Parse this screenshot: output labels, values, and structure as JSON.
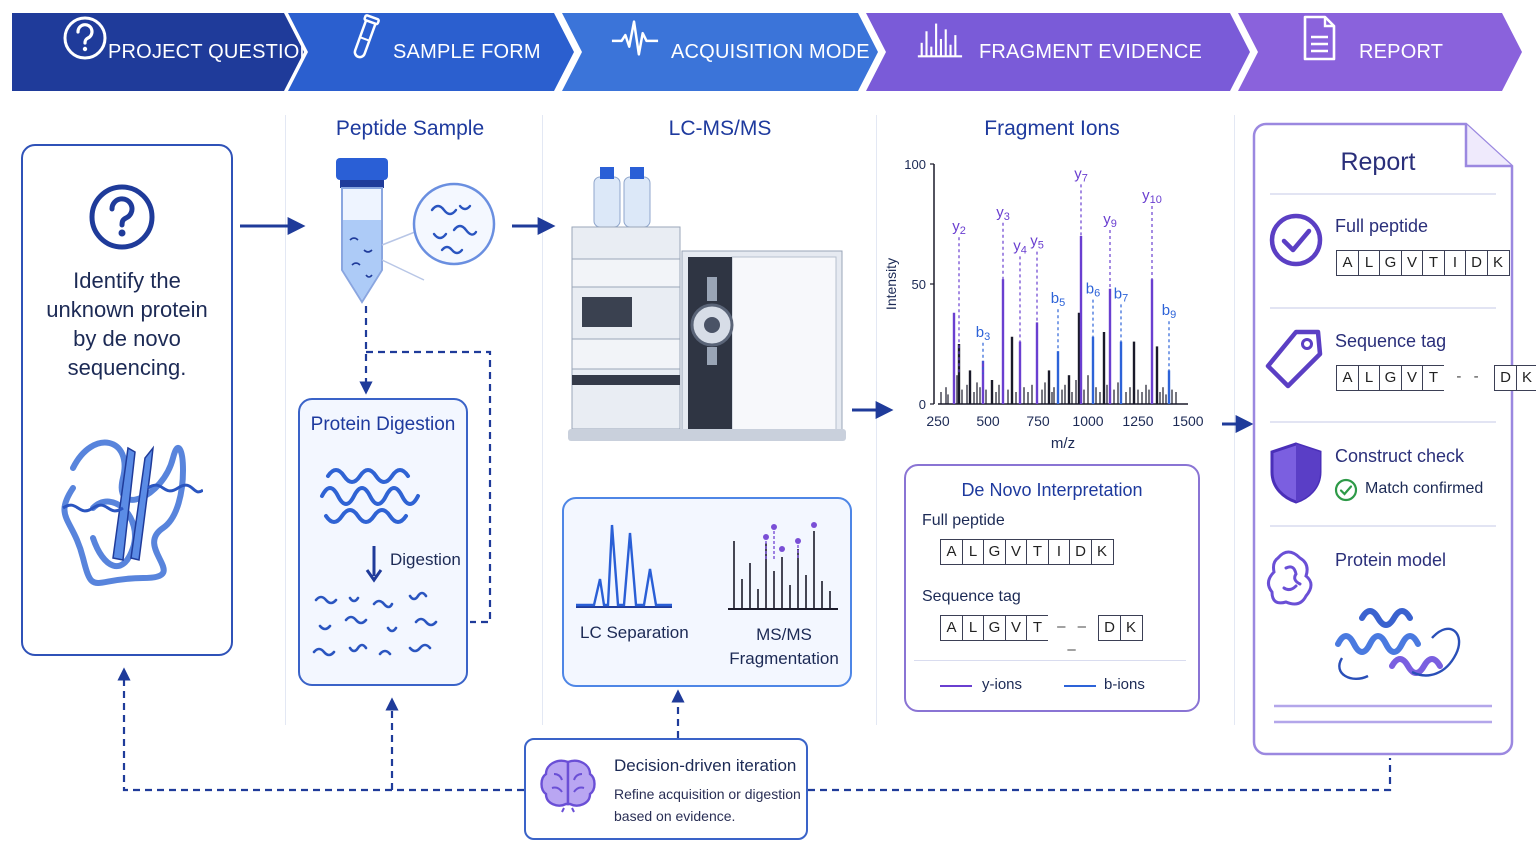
{
  "steps": [
    {
      "label": "PROJECT QUESTION",
      "icon": "question-icon",
      "color": "#1f3b9a"
    },
    {
      "label": "SAMPLE FORM",
      "icon": "test-tube-icon",
      "color": "#2b5fcf"
    },
    {
      "label": "ACQUISITION MODE",
      "icon": "waveform-icon",
      "color": "#3b74d9"
    },
    {
      "label": "FRAGMENT EVIDENCE",
      "icon": "spectrum-icon",
      "color": "#7a5bd8"
    },
    {
      "label": "REPORT",
      "icon": "document-icon",
      "color": "#8a62dc"
    }
  ],
  "question": {
    "text_lines": [
      "Identify the",
      "unknown protein",
      "by de novo",
      "sequencing."
    ]
  },
  "sample": {
    "title": "Peptide Sample",
    "digestion_title": "Protein Digestion",
    "digestion_label": "Digestion"
  },
  "lcms": {
    "title": "LC-MS/MS",
    "lc_label": "LC Separation",
    "msms_label_lines": [
      "MS/MS",
      "Fragmentation"
    ]
  },
  "fragments": {
    "title": "Fragment Ions"
  },
  "chart_data": {
    "type": "bar",
    "title": "Fragment Ions",
    "xlabel": "m/z",
    "ylabel": "Intensity",
    "xlim": [
      250,
      1500
    ],
    "ylim": [
      0,
      100
    ],
    "xticks": [
      "250",
      "500",
      "750",
      "1000",
      "1250",
      "1500"
    ],
    "yticks": [
      "0",
      "50",
      "100"
    ],
    "peaks": [
      {
        "mz": 330,
        "intensity": 38,
        "series": "y"
      },
      {
        "mz": 355,
        "intensity": 25,
        "series": "other"
      },
      {
        "mz": 410,
        "intensity": 14,
        "series": "other"
      },
      {
        "mz": 475,
        "intensity": 18,
        "series": "y"
      },
      {
        "mz": 520,
        "intensity": 10,
        "series": "other"
      },
      {
        "mz": 575,
        "intensity": 52,
        "series": "y"
      },
      {
        "mz": 620,
        "intensity": 28,
        "series": "other"
      },
      {
        "mz": 660,
        "intensity": 26,
        "series": "y"
      },
      {
        "mz": 745,
        "intensity": 34,
        "series": "y"
      },
      {
        "mz": 805,
        "intensity": 14,
        "series": "other"
      },
      {
        "mz": 850,
        "intensity": 22,
        "series": "b"
      },
      {
        "mz": 905,
        "intensity": 12,
        "series": "other"
      },
      {
        "mz": 955,
        "intensity": 38,
        "series": "other"
      },
      {
        "mz": 965,
        "intensity": 70,
        "series": "y"
      },
      {
        "mz": 1025,
        "intensity": 28,
        "series": "b"
      },
      {
        "mz": 1080,
        "intensity": 30,
        "series": "other"
      },
      {
        "mz": 1110,
        "intensity": 48,
        "series": "y"
      },
      {
        "mz": 1165,
        "intensity": 26,
        "series": "b"
      },
      {
        "mz": 1230,
        "intensity": 26,
        "series": "other"
      },
      {
        "mz": 1320,
        "intensity": 52,
        "series": "y"
      },
      {
        "mz": 1345,
        "intensity": 24,
        "series": "other"
      },
      {
        "mz": 1405,
        "intensity": 14,
        "series": "b"
      }
    ],
    "small_peaks": [
      [
        265,
        5
      ],
      [
        290,
        7
      ],
      [
        300,
        4
      ],
      [
        345,
        12
      ],
      [
        370,
        6
      ],
      [
        395,
        8
      ],
      [
        430,
        5
      ],
      [
        445,
        9
      ],
      [
        460,
        7
      ],
      [
        490,
        6
      ],
      [
        540,
        5
      ],
      [
        555,
        8
      ],
      [
        600,
        6
      ],
      [
        640,
        5
      ],
      [
        680,
        7
      ],
      [
        700,
        5
      ],
      [
        720,
        8
      ],
      [
        770,
        6
      ],
      [
        785,
        9
      ],
      [
        820,
        5
      ],
      [
        830,
        7
      ],
      [
        870,
        6
      ],
      [
        885,
        8
      ],
      [
        920,
        5
      ],
      [
        940,
        10
      ],
      [
        980,
        6
      ],
      [
        1000,
        12
      ],
      [
        1040,
        7
      ],
      [
        1060,
        5
      ],
      [
        1095,
        8
      ],
      [
        1130,
        6
      ],
      [
        1150,
        9
      ],
      [
        1190,
        5
      ],
      [
        1210,
        7
      ],
      [
        1250,
        6
      ],
      [
        1270,
        5
      ],
      [
        1290,
        8
      ],
      [
        1305,
        6
      ],
      [
        1360,
        5
      ],
      [
        1375,
        7
      ],
      [
        1390,
        4
      ],
      [
        1420,
        6
      ],
      [
        1440,
        5
      ]
    ],
    "annotations": [
      {
        "label": "y",
        "sub": "2",
        "mz": 355,
        "intensity": 72,
        "series": "y"
      },
      {
        "label": "y",
        "sub": "3",
        "mz": 575,
        "intensity": 78,
        "series": "y"
      },
      {
        "label": "y",
        "sub": "4",
        "mz": 660,
        "intensity": 64,
        "series": "y"
      },
      {
        "label": "y",
        "sub": "5",
        "mz": 745,
        "intensity": 66,
        "series": "y"
      },
      {
        "label": "y",
        "sub": "7",
        "mz": 965,
        "intensity": 94,
        "series": "y"
      },
      {
        "label": "y",
        "sub": "9",
        "mz": 1110,
        "intensity": 75,
        "series": "y"
      },
      {
        "label": "y",
        "sub": "10",
        "mz": 1320,
        "intensity": 85,
        "series": "y"
      },
      {
        "label": "b",
        "sub": "3",
        "mz": 475,
        "intensity": 28,
        "series": "b"
      },
      {
        "label": "b",
        "sub": "5",
        "mz": 850,
        "intensity": 42,
        "series": "b"
      },
      {
        "label": "b",
        "sub": "6",
        "mz": 1025,
        "intensity": 46,
        "series": "b"
      },
      {
        "label": "b",
        "sub": "7",
        "mz": 1165,
        "intensity": 44,
        "series": "b"
      },
      {
        "label": "b",
        "sub": "9",
        "mz": 1405,
        "intensity": 37,
        "series": "b"
      }
    ],
    "colors": {
      "y": "#6a3fd0",
      "b": "#2d63d8",
      "other": "#1a1a2a"
    }
  },
  "interpretation": {
    "title": "De Novo Interpretation",
    "full_label": "Full peptide",
    "full_seq": [
      "A",
      "L",
      "G",
      "V",
      "T",
      "I",
      "D",
      "K"
    ],
    "tag_label": "Sequence tag",
    "tag_seq_left": [
      "A",
      "L",
      "G",
      "V",
      "T"
    ],
    "tag_gap": "– – –",
    "tag_seq_right": [
      "D",
      "K"
    ],
    "legend_y": "y-ions",
    "legend_b": "b-ions"
  },
  "report": {
    "title": "Report",
    "full_label": "Full peptide",
    "full_seq": [
      "A",
      "L",
      "G",
      "V",
      "T",
      "I",
      "D",
      "K"
    ],
    "tag_label": "Sequence tag",
    "tag_seq_left": [
      "A",
      "L",
      "G",
      "V",
      "T"
    ],
    "tag_gap": "- -",
    "tag_seq_right": [
      "D",
      "K"
    ],
    "check_label": "Construct check",
    "check_status": "Match confirmed",
    "model_label": "Protein model"
  },
  "iteration": {
    "title": "Decision-driven iteration",
    "line1": "Refine acquisition or digestion",
    "line2": "based on evidence."
  }
}
